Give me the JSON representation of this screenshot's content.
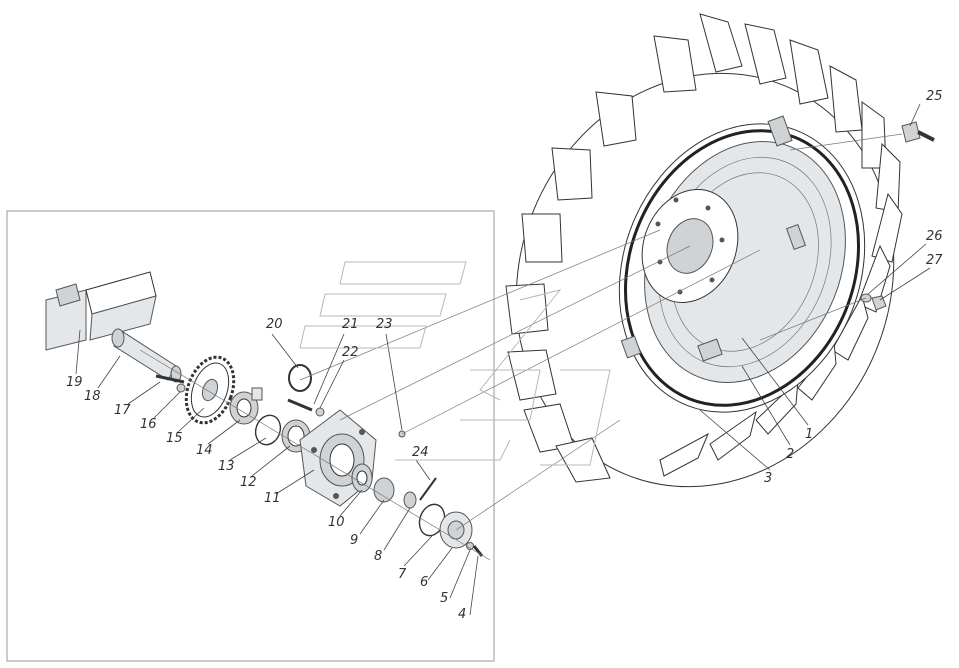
{
  "labels": [
    {
      "id": "1",
      "text": "1"
    },
    {
      "id": "2",
      "text": "2"
    },
    {
      "id": "3",
      "text": "3"
    },
    {
      "id": "4",
      "text": "4"
    },
    {
      "id": "5",
      "text": "5"
    },
    {
      "id": "6",
      "text": "6"
    },
    {
      "id": "7",
      "text": "7"
    },
    {
      "id": "8",
      "text": "8"
    },
    {
      "id": "9",
      "text": "9"
    },
    {
      "id": "10",
      "text": "10"
    },
    {
      "id": "11",
      "text": "11"
    },
    {
      "id": "12",
      "text": "12"
    },
    {
      "id": "13",
      "text": "13"
    },
    {
      "id": "14",
      "text": "14"
    },
    {
      "id": "15",
      "text": "15"
    },
    {
      "id": "16",
      "text": "16"
    },
    {
      "id": "17",
      "text": "17"
    },
    {
      "id": "18",
      "text": "18"
    },
    {
      "id": "19",
      "text": "19"
    },
    {
      "id": "20",
      "text": "20"
    },
    {
      "id": "21",
      "text": "21"
    },
    {
      "id": "22",
      "text": "22"
    },
    {
      "id": "23",
      "text": "23"
    },
    {
      "id": "24",
      "text": "24"
    },
    {
      "id": "25",
      "text": "25"
    },
    {
      "id": "26",
      "text": "26"
    },
    {
      "id": "27",
      "text": "27"
    }
  ],
  "colors": {
    "line": "#333333",
    "fill_part": "#cfd3d6",
    "fill_light": "#e4e7ea",
    "background": "#ffffff"
  }
}
